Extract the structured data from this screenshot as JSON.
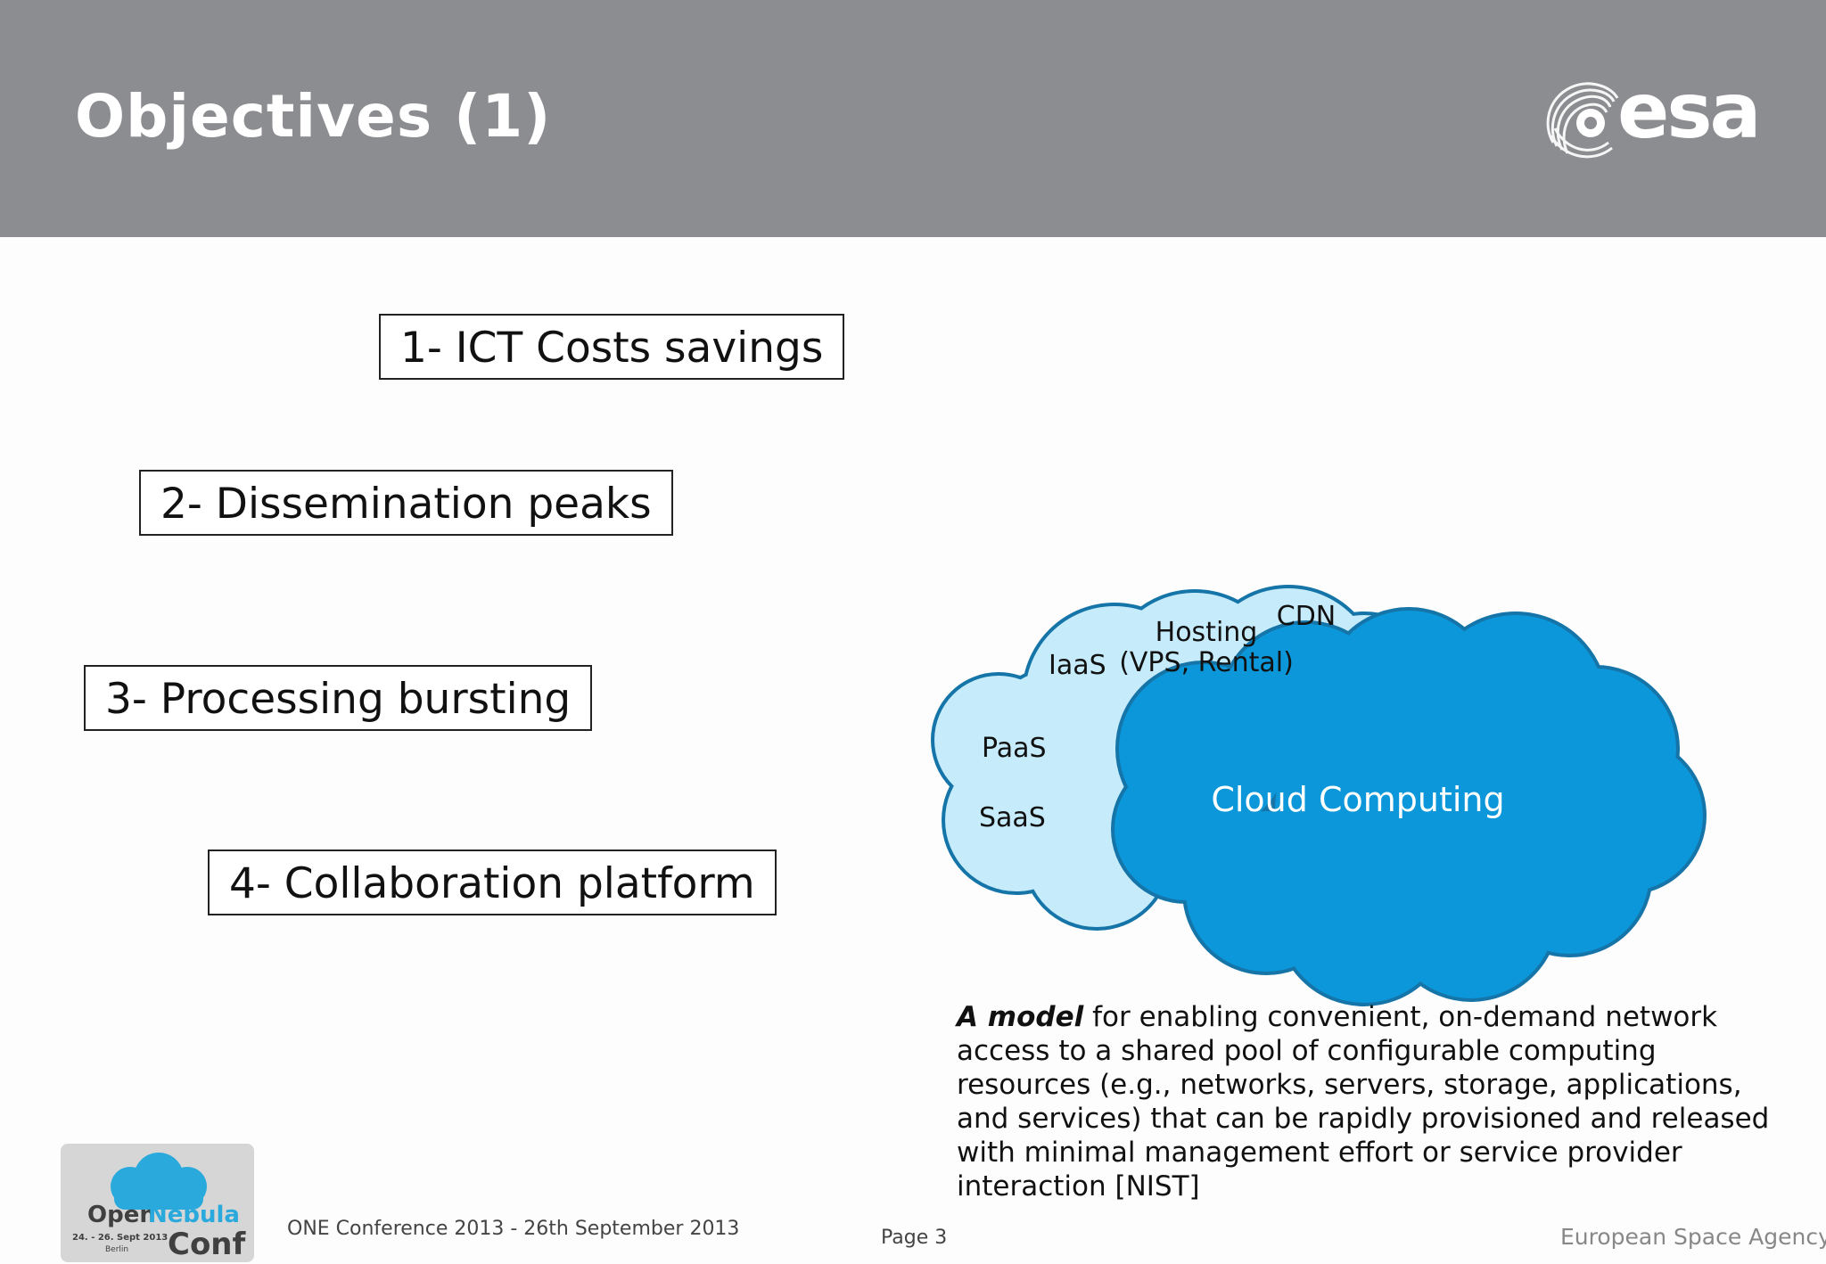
{
  "header": {
    "title": "Objectives (1)",
    "logo_text": "esa",
    "background_color": "#8c8d91"
  },
  "objectives": [
    "1- ICT Costs savings",
    "2- Dissemination peaks",
    "3- Processing bursting",
    "4- Collaboration platform"
  ],
  "diagram": {
    "back_cloud_labels": {
      "iaas": "IaaS",
      "paas": "PaaS",
      "saas": "SaaS",
      "hosting_line1": "Hosting",
      "hosting_line2": "(VPS, Rental)",
      "cdn": "CDN"
    },
    "front_cloud_label": "Cloud Computing",
    "back_cloud_color": "#c6ebfb",
    "front_cloud_color": "#0b97d9",
    "outline_color": "#1574a8"
  },
  "definition": {
    "emphasis": "A model",
    "text": " for enabling convenient, on-demand network access to a shared pool of configurable computing resources (e.g., networks, servers, storage, applications, and services) that can be rapidly provisioned and released with minimal management effort or service provider interaction [NIST]"
  },
  "footer": {
    "conference_logo": {
      "open": "Open",
      "nebula": "Nebula",
      "conf": "Conf",
      "dates": "24. - 26. Sept 2013",
      "city": "Berlin"
    },
    "conference_text": "ONE Conference 2013 - 26th September 2013",
    "page_label": "Page 3",
    "agency": "European Space Agency"
  }
}
